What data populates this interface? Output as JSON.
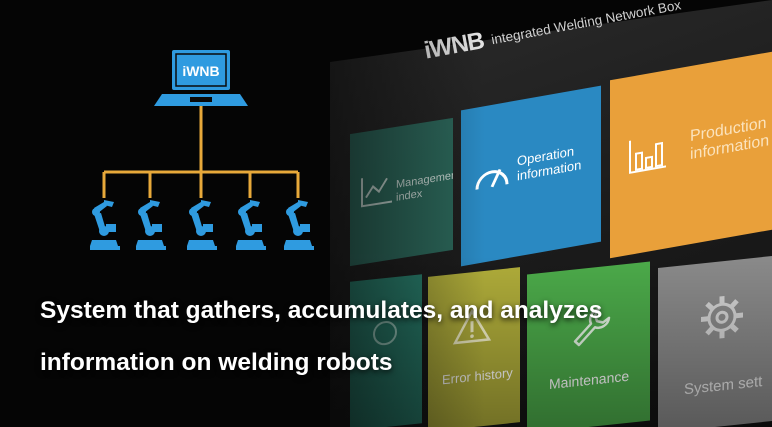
{
  "diagram": {
    "laptop_label": "iWNB",
    "robot_count": 5,
    "accent_color": "#2f9be0",
    "line_color": "#e8a93a"
  },
  "screen": {
    "logo": "iWNB",
    "title": "integrated Welding Network Box",
    "tiles": [
      {
        "label": "Management index",
        "icon": "line-chart-icon",
        "color": "#2d6e60"
      },
      {
        "label": "Operation information",
        "icon": "gauge-icon",
        "color": "#2a89c2"
      },
      {
        "label": "Production information",
        "icon": "bar-chart-icon",
        "color": "#e9a03a"
      },
      {
        "label": "",
        "icon": "partial-icon",
        "color": "#287e6c"
      },
      {
        "label": "Error history",
        "icon": "warning-icon",
        "color": "#b0ad3a"
      },
      {
        "label": "Maintenance",
        "icon": "wrench-icon",
        "color": "#4cab4a"
      },
      {
        "label": "System sett",
        "icon": "gear-icon",
        "color": "#8a8a8a"
      }
    ]
  },
  "caption": {
    "line1": "System that gathers, accumulates, and analyzes",
    "line2": "information on welding robots"
  }
}
